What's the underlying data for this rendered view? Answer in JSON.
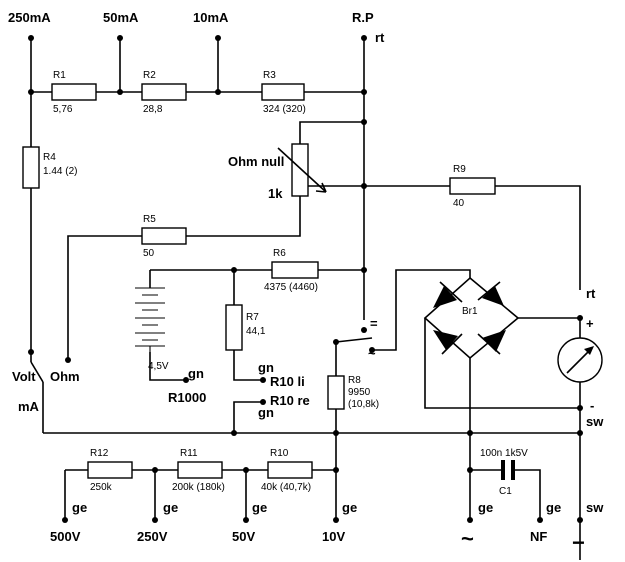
{
  "terminals": {
    "t250ma": "250mA",
    "t50ma": "50mA",
    "t10ma": "10mA",
    "trp": "R.P",
    "rt_top": "rt",
    "rt_right": "rt",
    "plus": "+",
    "minus_meter": "-",
    "sw1": "sw",
    "sw2": "sw",
    "volt": "Volt",
    "ohm": "Ohm",
    "ma": "mA",
    "gn1": "gn",
    "gn2": "gn",
    "gn3": "gn",
    "r1000": "R1000",
    "r10li": "R10 li",
    "r10re": "R10 re",
    "ge1": "ge",
    "ge2": "ge",
    "ge3": "ge",
    "ge4": "ge",
    "ge5": "ge",
    "ge6": "ge",
    "v500": "500V",
    "v250": "250V",
    "v50": "50V",
    "v10": "10V",
    "tilde_bottom": "~",
    "nf": "NF",
    "minus_bottom": "−"
  },
  "components": {
    "r1": {
      "name": "R1",
      "value": "5,76"
    },
    "r2": {
      "name": "R2",
      "value": "28,8"
    },
    "r3": {
      "name": "R3",
      "value": "324 (320)"
    },
    "r4": {
      "name": "R4",
      "value": "1.44 (2)"
    },
    "r5": {
      "name": "R5",
      "value": "50"
    },
    "r6": {
      "name": "R6",
      "value": "4375 (4460)"
    },
    "r7": {
      "name": "R7",
      "value": "44,1"
    },
    "r8": {
      "name": "R8",
      "value": "9950",
      "value2": "(10,8k)"
    },
    "r9": {
      "name": "R9",
      "value": "40"
    },
    "r10": {
      "name": "R10",
      "value": "40k (40,7k)"
    },
    "r11": {
      "name": "R11",
      "value": "200k (180k)"
    },
    "r12": {
      "name": "R12",
      "value": "250k"
    },
    "pot": {
      "name": "Ohm null",
      "value": "1k"
    },
    "battery": {
      "value": "4,5V"
    },
    "bridge": {
      "name": "Br1"
    },
    "c1": {
      "name": "C1",
      "value": "100n 1k5V"
    },
    "switch": {
      "dc": "=",
      "ac": "~"
    }
  }
}
